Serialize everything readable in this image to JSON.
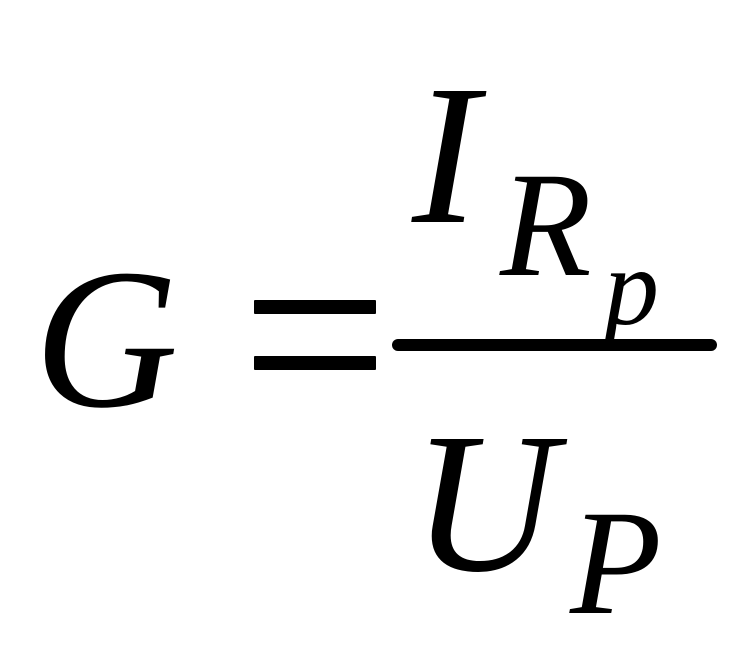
{
  "formula": {
    "lhs": "G",
    "operator": "=",
    "numerator": {
      "base": "I",
      "subscript": "R",
      "sub_subscript": "p"
    },
    "denominator": {
      "base": "U",
      "subscript": "P"
    },
    "colors": {
      "ink": "#000000",
      "background": "#ffffff"
    }
  }
}
